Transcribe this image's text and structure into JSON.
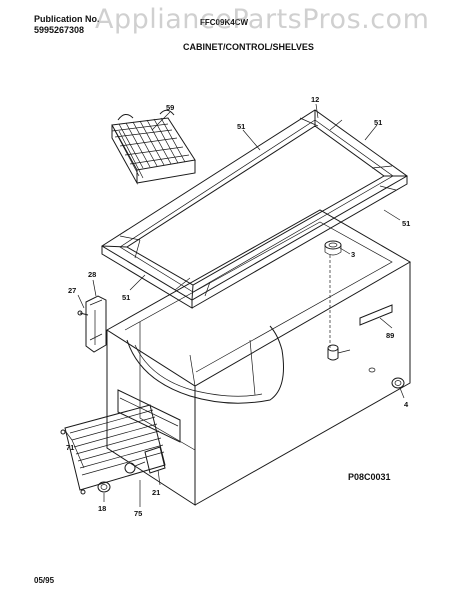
{
  "header": {
    "publication_label": "Publication No.",
    "publication_number": "5995267308",
    "model": "FFC09K4CW",
    "section_title": "CABINET/CONTROL/SHELVES"
  },
  "watermark": "AppliancePartsPros.com",
  "diagram_code": "P08C0031",
  "footer_date": "05/95",
  "callouts": {
    "c59": "59",
    "c12": "12",
    "c51a": "51",
    "c51b": "51",
    "c51c": "51",
    "c51d": "51",
    "c3": "3",
    "c28": "28",
    "c27": "27",
    "c89": "89",
    "c4": "4",
    "c71": "71",
    "c21": "21",
    "c18": "18",
    "c75": "75"
  }
}
